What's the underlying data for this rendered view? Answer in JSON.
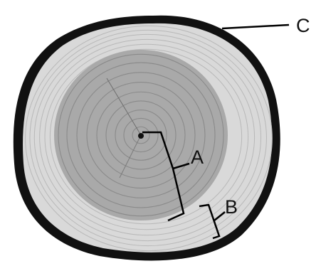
{
  "figure": {
    "colors": {
      "bark": "#111111",
      "sapwood": "#d9d9d9",
      "heartwood": "#a9a9a9",
      "ring_line": "#8a8a8a",
      "pith": "#111111",
      "background": "#ffffff"
    },
    "labels": {
      "a": "A",
      "b": "B",
      "c": "C"
    }
  }
}
